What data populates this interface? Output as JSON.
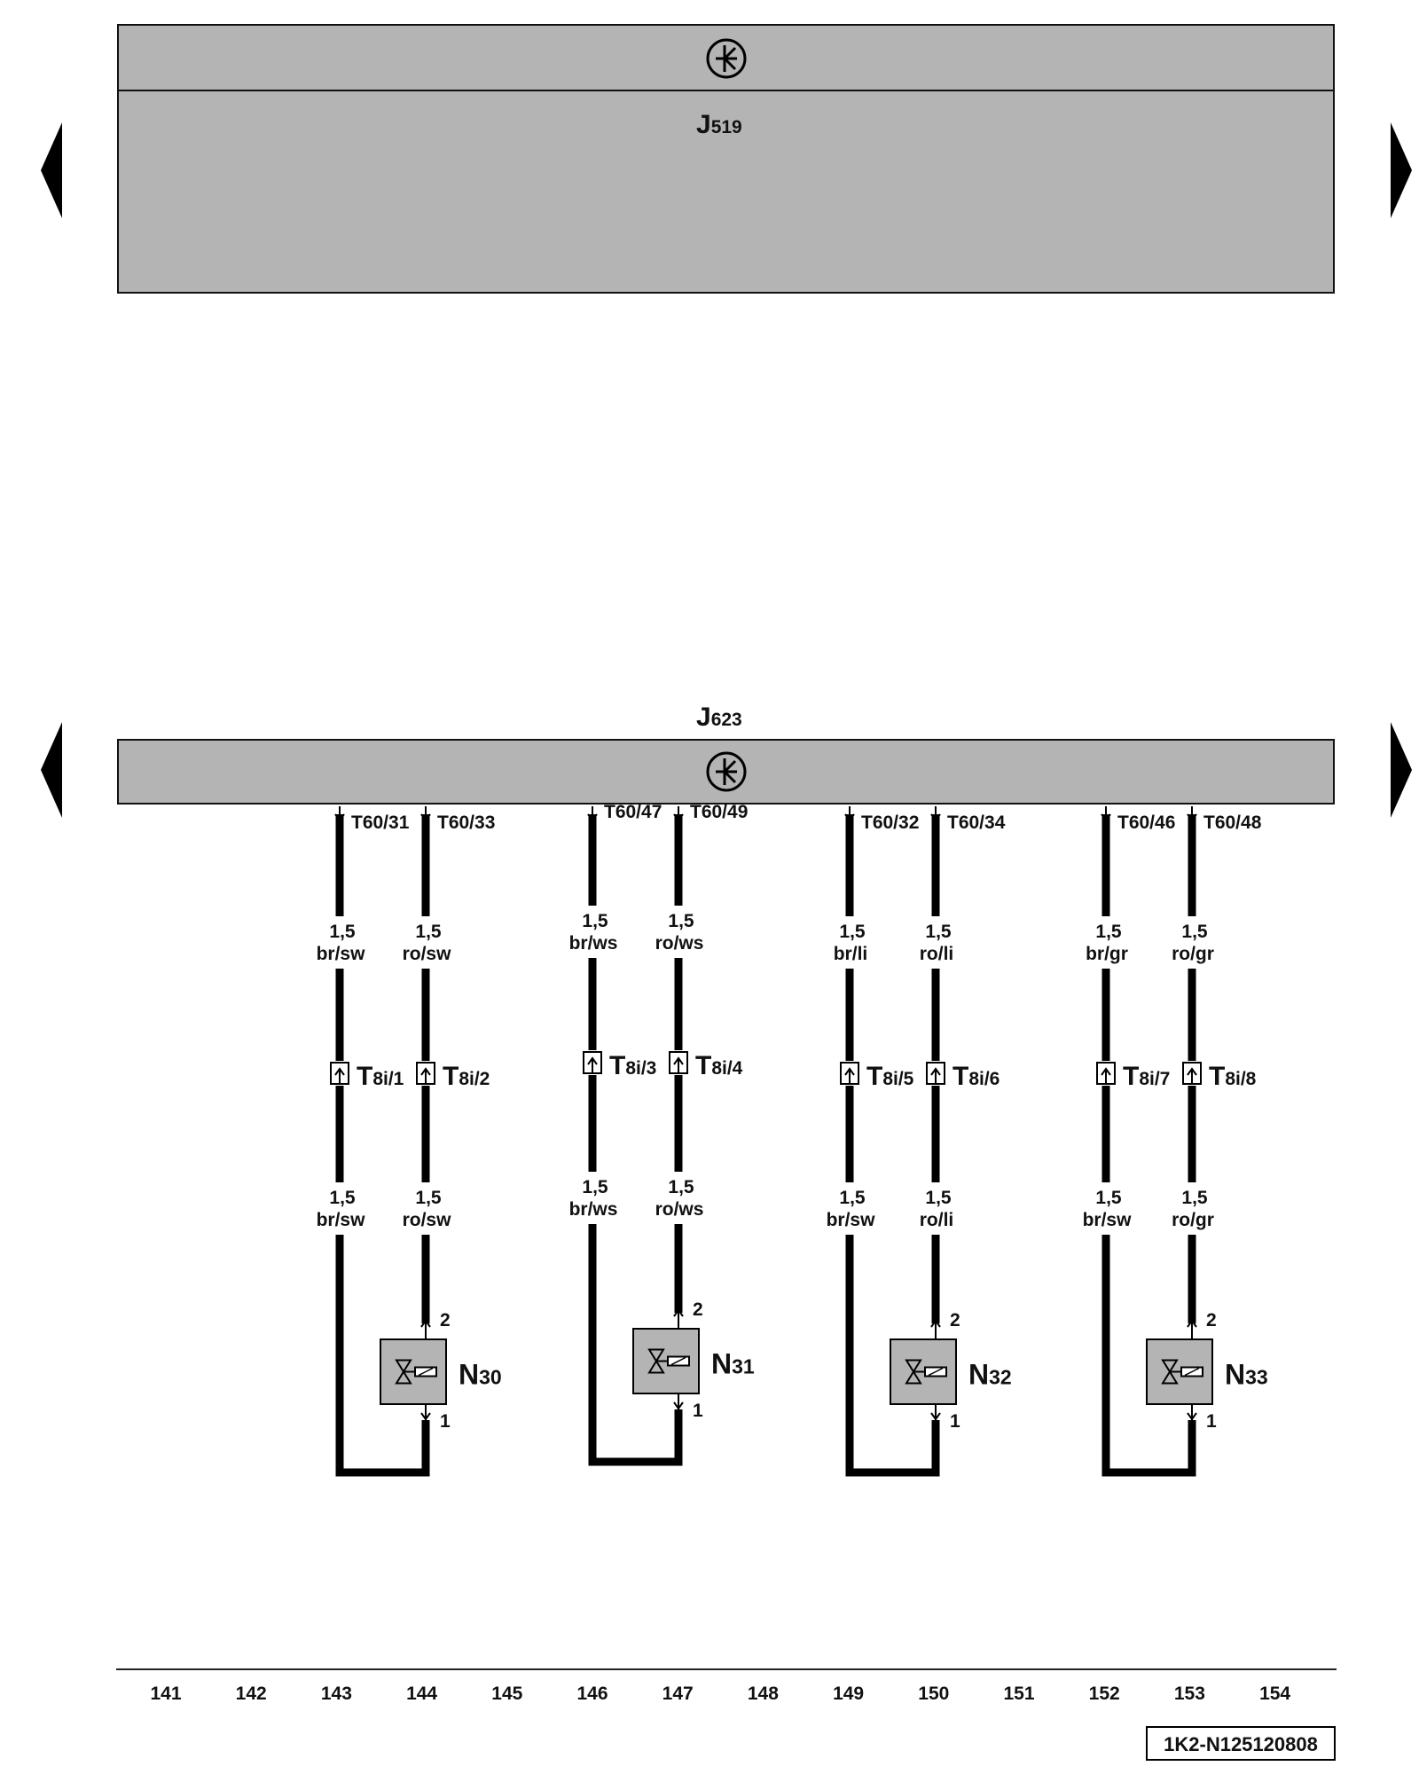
{
  "control_units": [
    {
      "id": "J519",
      "letter": "J",
      "sub": "519"
    },
    {
      "id": "J623",
      "letter": "J",
      "sub": "623"
    }
  ],
  "ground_symbol_icon": "ground-symbol-icon",
  "nav": {
    "prev_icon": "triangle-left-icon",
    "next_icon": "triangle-right-icon"
  },
  "circuits": [
    {
      "component": {
        "letter": "N",
        "sub": "30"
      },
      "left": {
        "pin": "T60/31",
        "gauge": "1,5",
        "color_top": "br/sw",
        "connector": {
          "letter": "T",
          "sub": "8i/1"
        },
        "gauge_bottom": "1,5",
        "color_bottom": "br/sw"
      },
      "right": {
        "pin": "T60/33",
        "gauge": "1,5",
        "color_top": "ro/sw",
        "connector": {
          "letter": "T",
          "sub": "8i/2"
        },
        "gauge_bottom": "1,5",
        "color_bottom": "ro/sw"
      },
      "pin_top": "2",
      "pin_bottom": "1"
    },
    {
      "component": {
        "letter": "N",
        "sub": "31"
      },
      "left": {
        "pin": "T60/47",
        "gauge": "1,5",
        "color_top": "br/ws",
        "connector": {
          "letter": "T",
          "sub": "8i/3"
        },
        "gauge_bottom": "1,5",
        "color_bottom": "br/ws"
      },
      "right": {
        "pin": "T60/49",
        "gauge": "1,5",
        "color_top": "ro/ws",
        "connector": {
          "letter": "T",
          "sub": "8i/4"
        },
        "gauge_bottom": "1,5",
        "color_bottom": "ro/ws"
      },
      "pin_top": "2",
      "pin_bottom": "1"
    },
    {
      "component": {
        "letter": "N",
        "sub": "32"
      },
      "left": {
        "pin": "T60/32",
        "gauge": "1,5",
        "color_top": "br/li",
        "connector": {
          "letter": "T",
          "sub": "8i/5"
        },
        "gauge_bottom": "1,5",
        "color_bottom": "br/sw"
      },
      "right": {
        "pin": "T60/34",
        "gauge": "1,5",
        "color_top": "ro/li",
        "connector": {
          "letter": "T",
          "sub": "8i/6"
        },
        "gauge_bottom": "1,5",
        "color_bottom": "ro/li"
      },
      "pin_top": "2",
      "pin_bottom": "1"
    },
    {
      "component": {
        "letter": "N",
        "sub": "33"
      },
      "left": {
        "pin": "T60/46",
        "gauge": "1,5",
        "color_top": "br/gr",
        "connector": {
          "letter": "T",
          "sub": "8i/7"
        },
        "gauge_bottom": "1,5",
        "color_bottom": "br/sw"
      },
      "right": {
        "pin": "T60/48",
        "gauge": "1,5",
        "color_top": "ro/gr",
        "connector": {
          "letter": "T",
          "sub": "8i/8"
        },
        "gauge_bottom": "1,5",
        "color_bottom": "ro/gr"
      },
      "pin_top": "2",
      "pin_bottom": "1"
    }
  ],
  "grid_numbers": [
    "141",
    "142",
    "143",
    "144",
    "145",
    "146",
    "147",
    "148",
    "149",
    "150",
    "151",
    "152",
    "153",
    "154"
  ],
  "document_id": "1K2-N125120808",
  "colors": {
    "unit_fill": "#b4b4b4",
    "wire": "#000000",
    "line": "#222222"
  }
}
